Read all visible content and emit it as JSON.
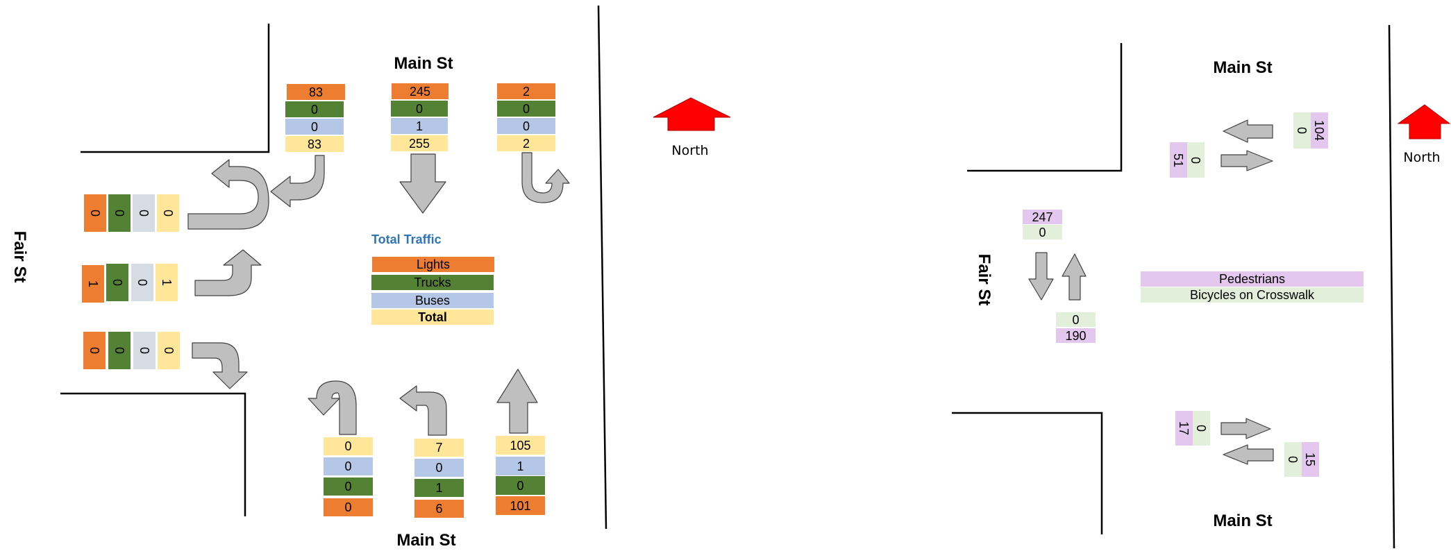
{
  "colors": {
    "lights": "#ED7D31",
    "trucks": "#548235",
    "buses": "#B4C7E7",
    "buses_light": "#D6DCE4",
    "total": "#FFE699",
    "pedestrians": "#E4C7EE",
    "bicycles": "#E2EFDA",
    "arrow_fill": "#BFBFBF",
    "north_arrow": "#FF0000",
    "legend_title": "#2E75B6"
  },
  "left_diagram": {
    "street_top": "Main St",
    "street_bottom": "Main St",
    "street_left": "Fair St",
    "north_label": "North",
    "legend": {
      "title": "Total Traffic",
      "items": [
        "Lights",
        "Trucks",
        "Buses",
        "Total"
      ]
    },
    "south_approach": {
      "right": {
        "lights": "83",
        "trucks": "0",
        "buses": "0",
        "total": "83"
      },
      "through": {
        "lights": "245",
        "trucks": "0",
        "buses": "1",
        "total": "255"
      },
      "left": {
        "lights": "2",
        "trucks": "0",
        "buses": "0",
        "total": "2"
      }
    },
    "west_approach": {
      "uturn": {
        "lights": "0",
        "trucks": "0",
        "buses": "0",
        "total": "0"
      },
      "left": {
        "lights": "1",
        "trucks": "0",
        "buses": "0",
        "total": "1"
      },
      "right": {
        "lights": "0",
        "trucks": "0",
        "buses": "0",
        "total": "0"
      }
    },
    "north_approach": {
      "uturn": {
        "total": "0",
        "buses": "0",
        "trucks": "0",
        "lights": "0"
      },
      "left": {
        "total": "7",
        "buses": "0",
        "trucks": "1",
        "lights": "6"
      },
      "through": {
        "total": "105",
        "buses": "1",
        "trucks": "0",
        "lights": "101"
      }
    }
  },
  "right_diagram": {
    "street_top": "Main St",
    "street_bottom": "Main St",
    "street_left": "Fair St",
    "north_label": "North",
    "legend": {
      "pedestrians": "Pedestrians",
      "bicycles": "Bicycles on Crosswalk"
    },
    "top_crosswalk": {
      "westbound": {
        "pedestrians": "104",
        "bicycles": "0"
      },
      "eastbound": {
        "pedestrians": "51",
        "bicycles": "0"
      }
    },
    "left_crosswalk": {
      "southbound": {
        "pedestrians": "247",
        "bicycles": "0"
      },
      "northbound": {
        "pedestrians": "190",
        "bicycles": "0"
      }
    },
    "bottom_crosswalk": {
      "eastbound": {
        "pedestrians": "17",
        "bicycles": "0"
      },
      "westbound": {
        "pedestrians": "15",
        "bicycles": "0"
      }
    }
  }
}
